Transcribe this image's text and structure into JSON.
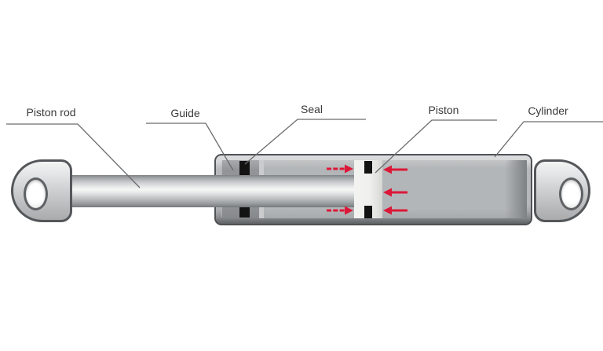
{
  "figure": {
    "kind": "technical cross-section diagram",
    "subject": "gas spring / gas strut construction"
  },
  "labels": {
    "piston_rod": "Piston rod",
    "guide": "Guide",
    "seal": "Seal",
    "piston": "Piston",
    "cylinder": "Cylinder"
  },
  "arrows": {
    "meaning": "internal gas pressure acting on piston",
    "left_pointing_right_count": 2,
    "right_pointing_left_count": 3
  },
  "colors": {
    "arrow_red": "#dc1838",
    "pointer_line": "#6a6c6e",
    "label_text": "#3a3a3c",
    "seal_black": "#131313",
    "metal_border": "#54575a"
  }
}
